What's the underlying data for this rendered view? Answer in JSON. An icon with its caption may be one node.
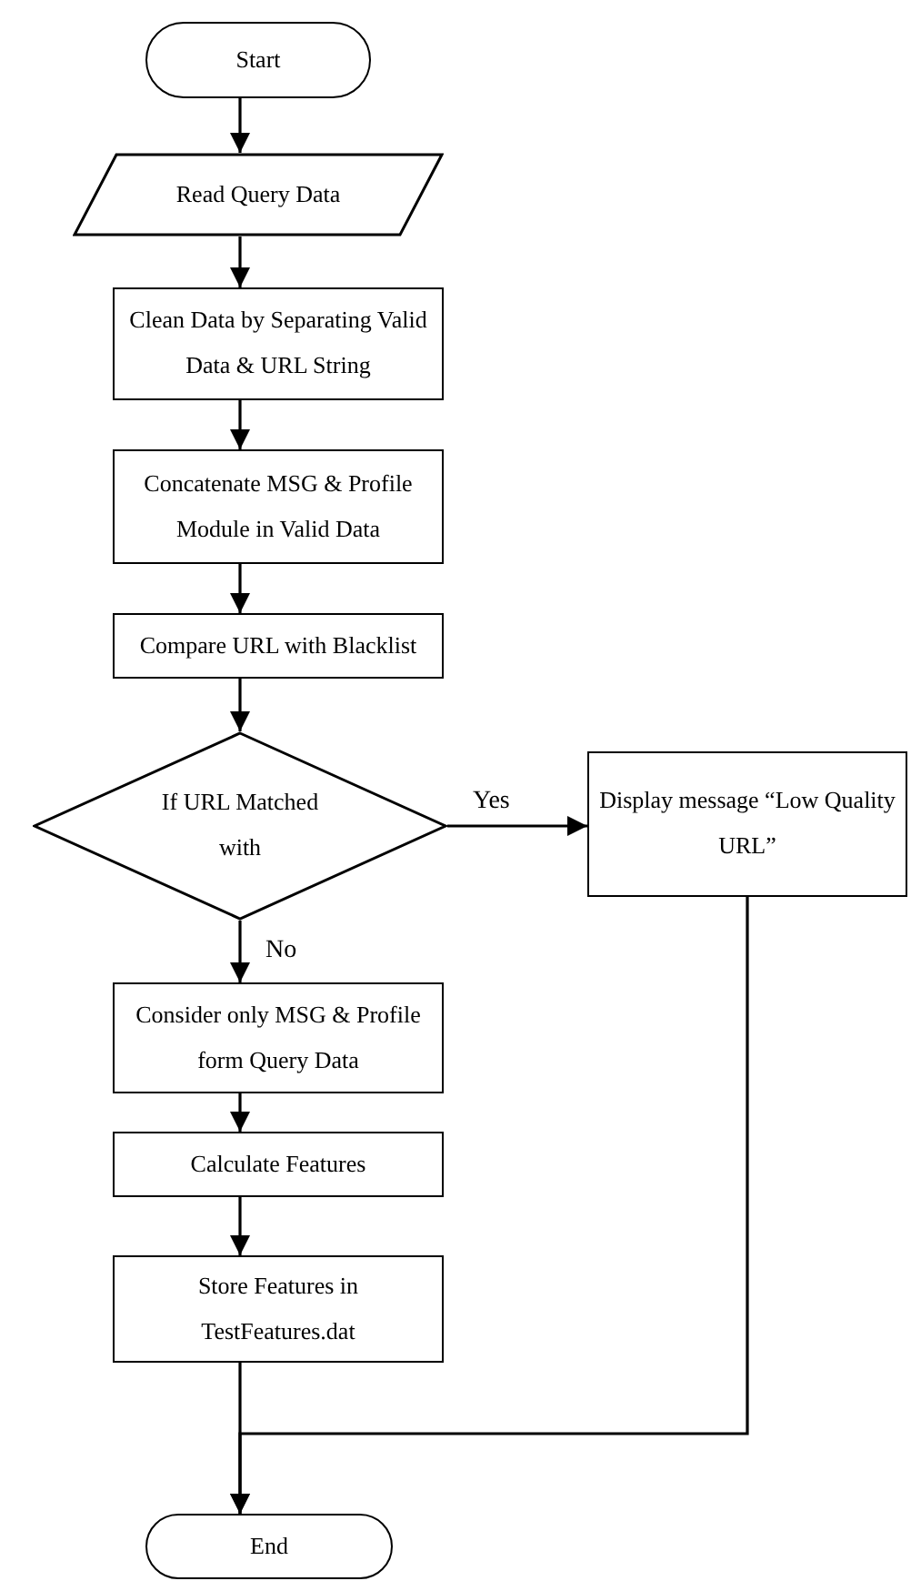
{
  "diagram": {
    "nodes": [
      {
        "text": [
          "Start"
        ]
      },
      {
        "text": [
          "Read Query Data"
        ]
      },
      {
        "text": [
          "Clean Data by Separating Valid Data & URL String"
        ]
      },
      {
        "text": [
          "Concatenate MSG & Profile Module in Valid Data"
        ]
      },
      {
        "text": [
          "Compare URL with Blacklist"
        ]
      },
      {
        "text": [
          "If URL Matched with"
        ]
      },
      {
        "text": [
          "Display message “Low Quality URL”"
        ]
      },
      {
        "text": [
          "Consider only MSG & Profile form Query Data"
        ]
      },
      {
        "text": [
          "Calculate Features"
        ]
      },
      {
        "text": [
          "Store Features in TestFeatures.dat"
        ]
      },
      {
        "text": [
          "End"
        ]
      }
    ],
    "edges": [
      {
        "from": 0,
        "to": 1,
        "arrow": "to"
      },
      {
        "from": 1,
        "to": 2,
        "arrow": "to"
      },
      {
        "from": 2,
        "to": 3,
        "arrow": "to"
      },
      {
        "from": 3,
        "to": 4,
        "arrow": "to"
      },
      {
        "from": 4,
        "to": 5,
        "arrow": "to"
      },
      {
        "from": 5,
        "to": 6,
        "label": "Yes",
        "arrow": "to"
      },
      {
        "from": 5,
        "to": 7,
        "label": "No",
        "arrow": "to"
      },
      {
        "from": 7,
        "to": 8,
        "arrow": "to"
      },
      {
        "from": 8,
        "to": 9,
        "arrow": "to"
      },
      {
        "from": 9,
        "to": 10,
        "arrow": "to"
      },
      {
        "from": 6,
        "to": 10,
        "arrow": "to"
      }
    ]
  }
}
